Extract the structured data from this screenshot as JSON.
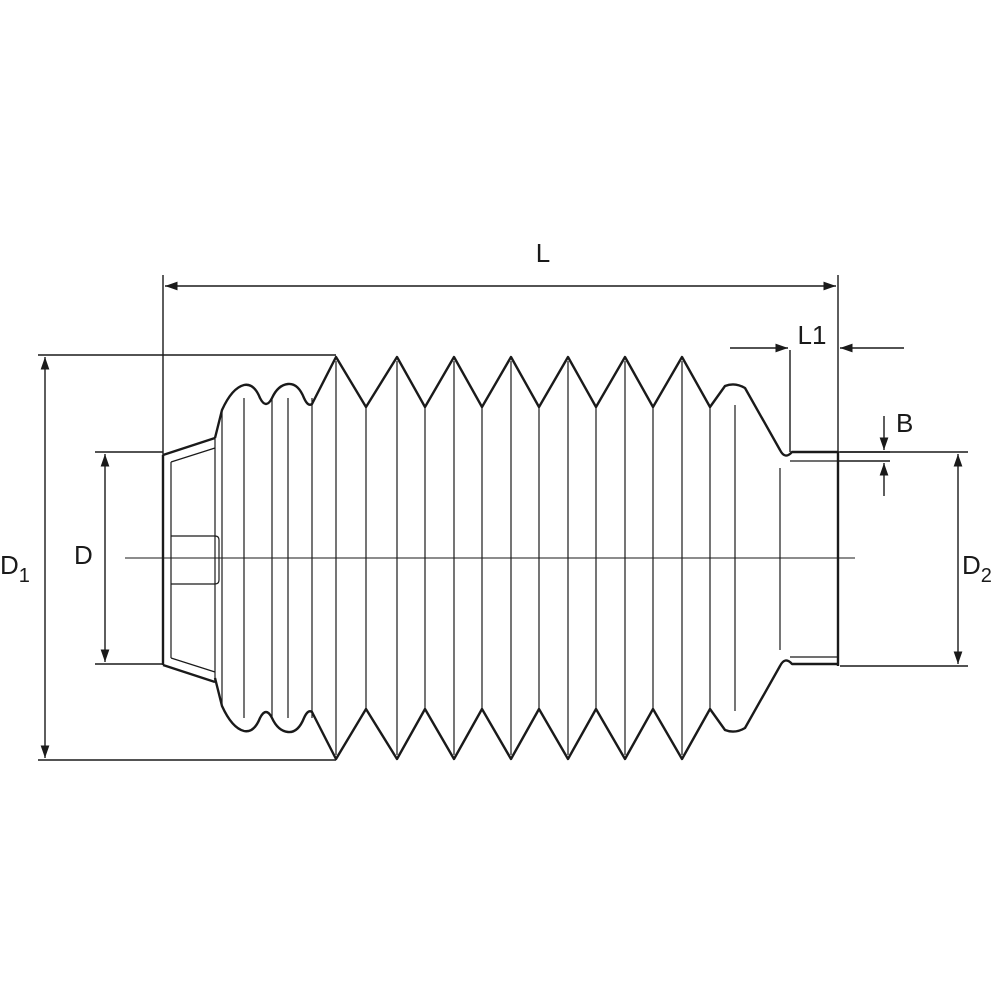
{
  "diagram": {
    "subject": "bellows",
    "labels": {
      "length": "L",
      "length_collar": "L1",
      "wall": "B",
      "diameter_inner": "D",
      "diameter_outer_base": "D",
      "diameter_outer_sub": "1",
      "diameter_end_base": "D",
      "diameter_end_sub": "2"
    },
    "colors": {
      "line": "#1a1a1a",
      "background": "#ffffff"
    }
  }
}
